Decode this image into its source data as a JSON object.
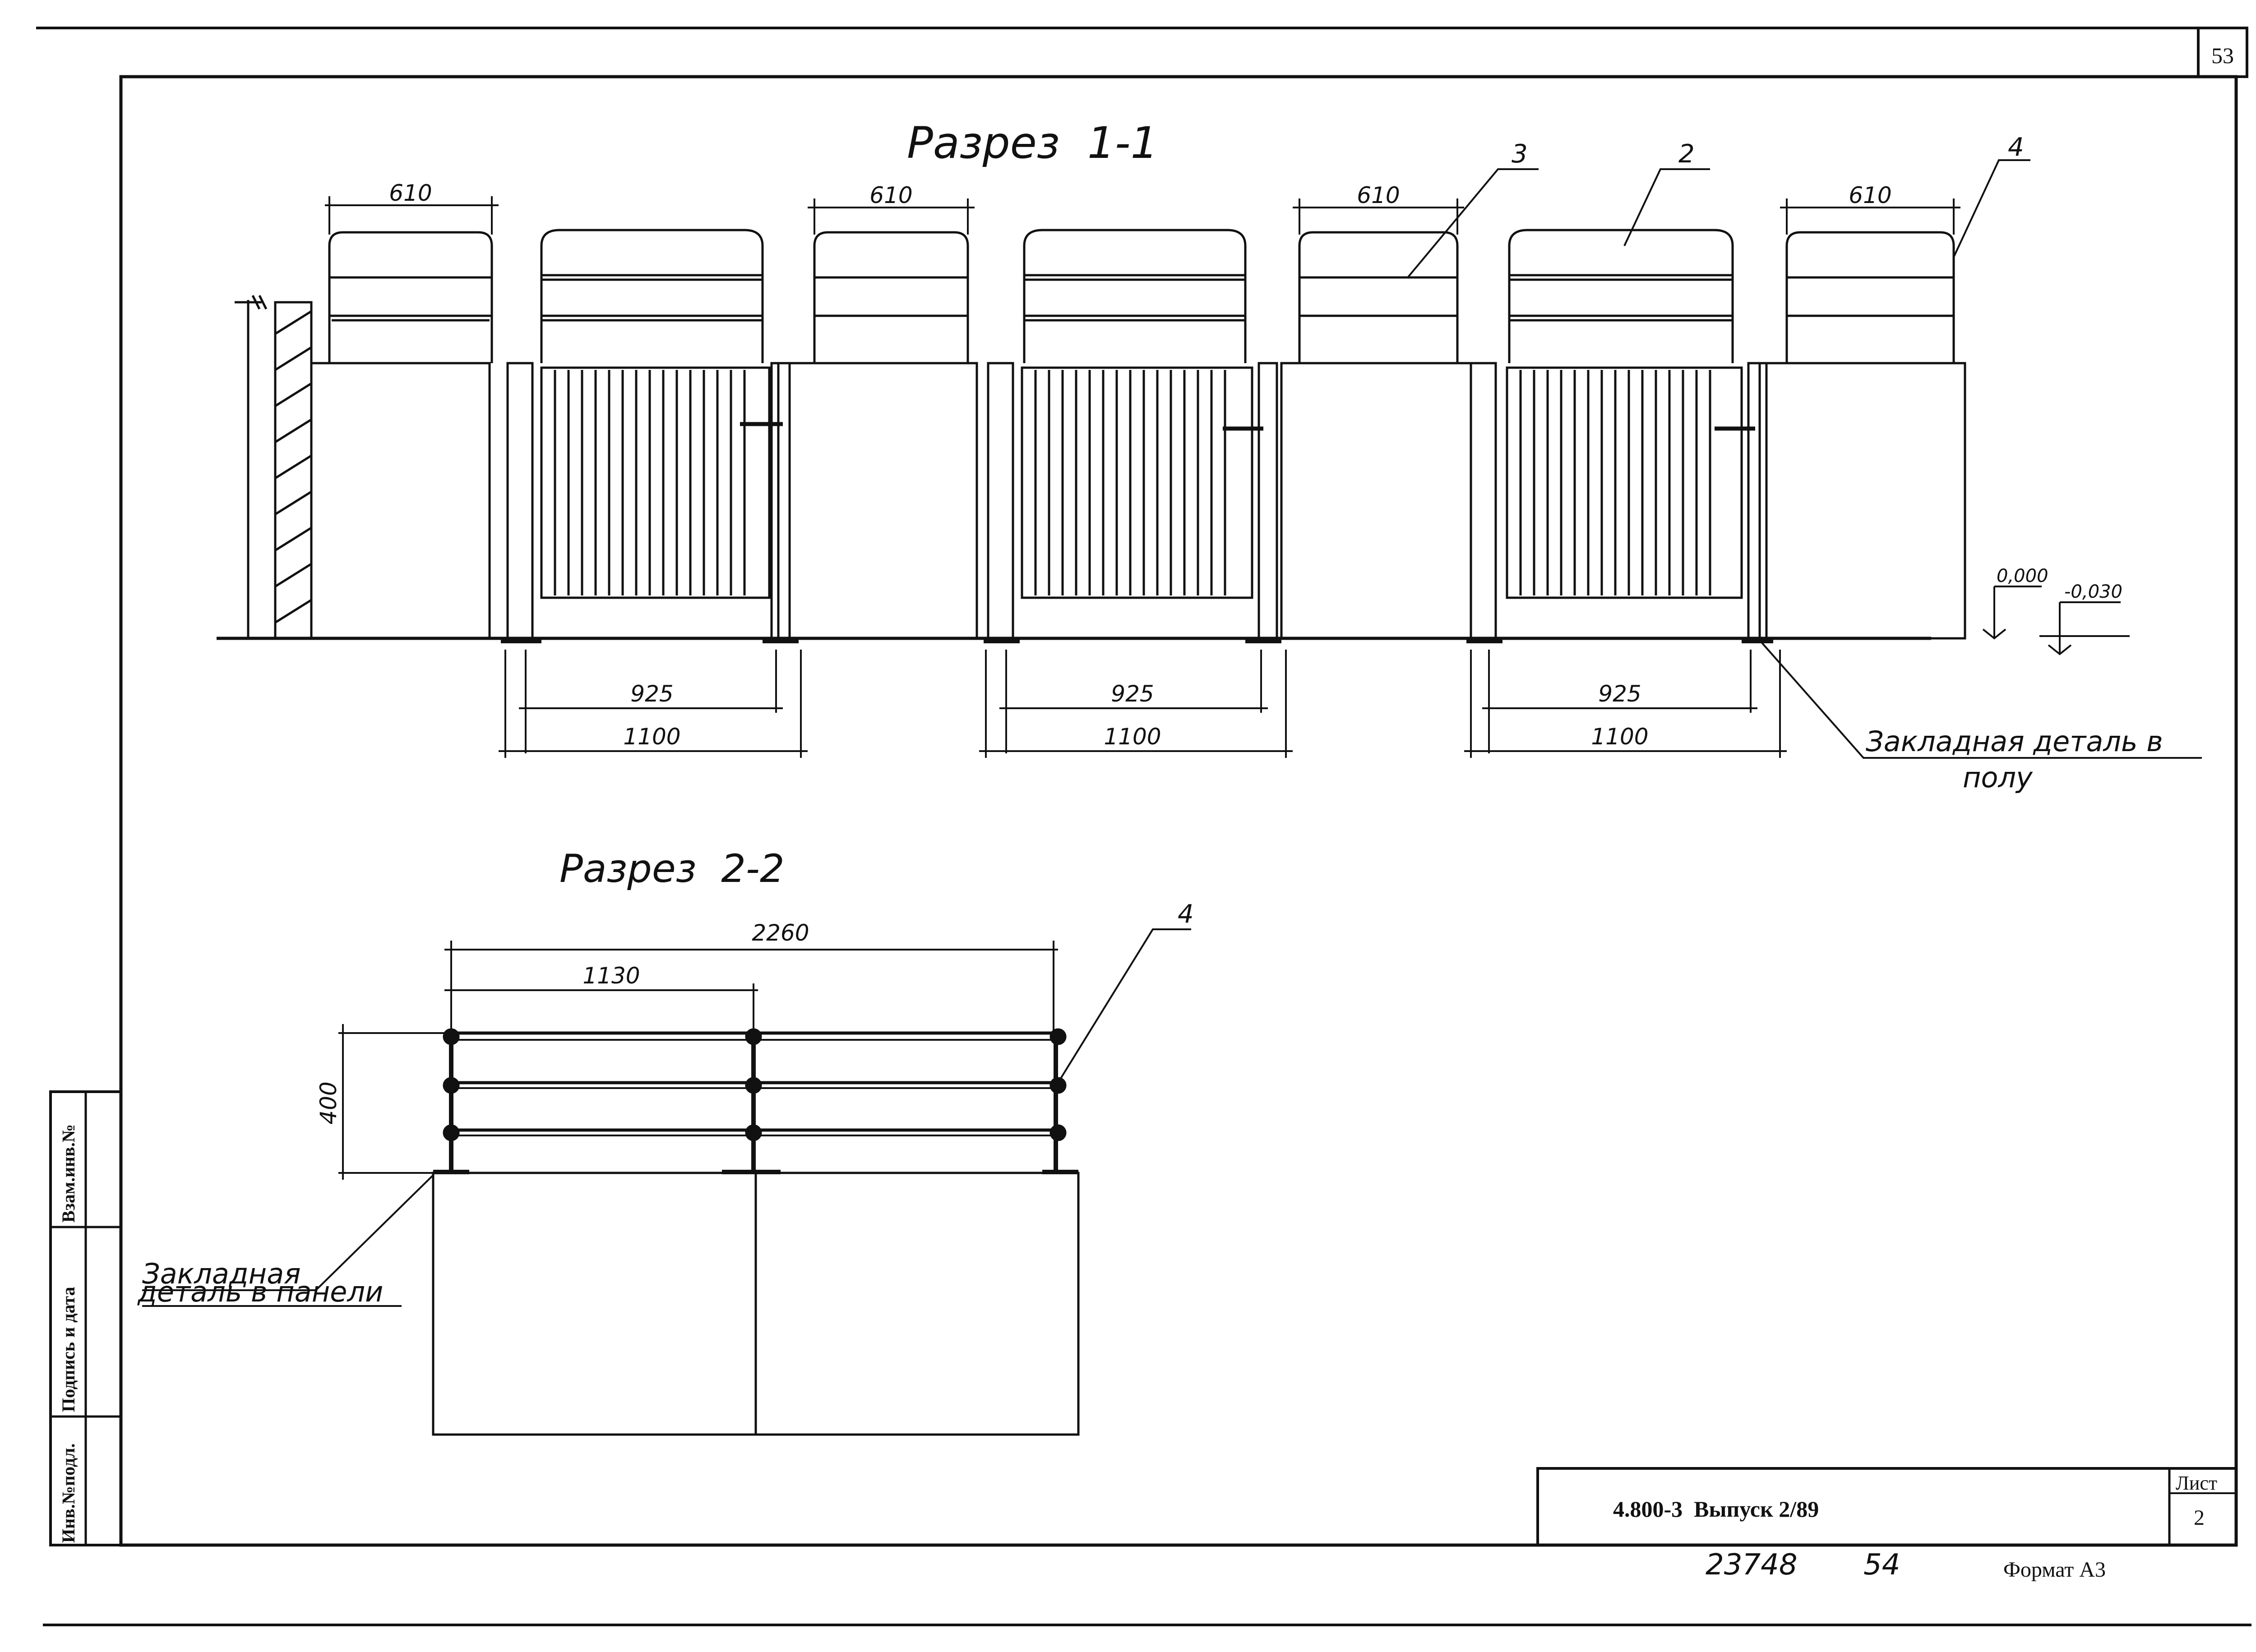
{
  "sheet": {
    "page_number": "53",
    "format_label": "Формат А3",
    "doc_code": "4.800-3  Выпуск 2/89",
    "list_label": "Лист",
    "list_number": "2",
    "archive_number": "23748",
    "archive_page": "54"
  },
  "left_stamp": {
    "col1": "Инв.№подл.",
    "col2": "Подпись и дата",
    "col3": "Взам.инв.№"
  },
  "section_1": {
    "title": "Разрез  1-1",
    "dims": {
      "top_widths": [
        "610",
        "610",
        "610",
        "610"
      ],
      "inner_width": [
        "925",
        "925",
        "925"
      ],
      "outer_width": [
        "1100",
        "1100",
        "1100"
      ]
    },
    "level_marks": [
      "0,000",
      "-0,030"
    ],
    "callouts": [
      "3",
      "2",
      "4"
    ],
    "embedded_part_note_line1": "Закладная деталь в",
    "embedded_part_note_line2": "полу"
  },
  "section_2": {
    "title": "Разрез  2-2",
    "dims": {
      "total_width": "2260",
      "half_width": "1130",
      "height": "400"
    },
    "callout": "4",
    "embedded_part_note_line1": "Закладная",
    "embedded_part_note_line2": "деталь в панели"
  }
}
